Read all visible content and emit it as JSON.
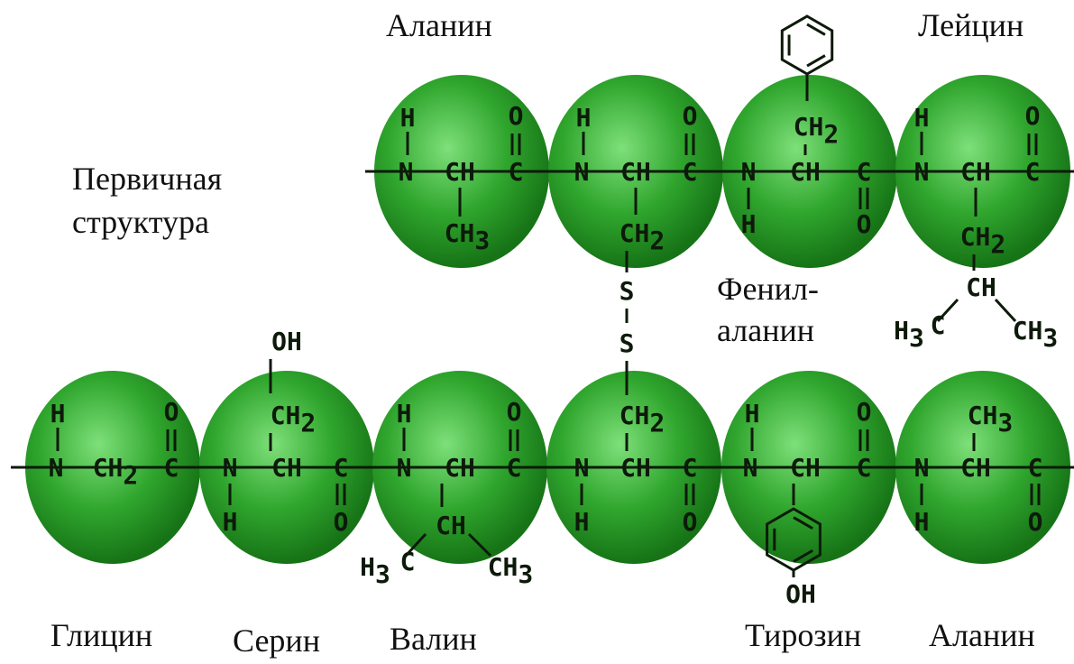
{
  "title": {
    "line1": "Первичная",
    "line2": "структура"
  },
  "top_chain": [
    {
      "residue": "Аланин"
    },
    {
      "residue": ""
    },
    {
      "residue": "Фенил-\nаланин",
      "line1": "Фенил-",
      "line2": "аланин"
    },
    {
      "residue": "Лейцин"
    }
  ],
  "bottom_chain": [
    {
      "residue": "Глицин"
    },
    {
      "residue": "Серин"
    },
    {
      "residue": "Валин"
    },
    {
      "residue": ""
    },
    {
      "residue": "Тирозин"
    },
    {
      "residue": "Аланин"
    }
  ],
  "labels": {
    "top_alanine": "Аланин",
    "top_leucine": "Лейцин",
    "phenyl_1": "Фенил-",
    "phenyl_2": "аланин",
    "glycine": "Глицин",
    "serine": "Серин",
    "valine": "Валин",
    "tyrosine": "Тирозин",
    "bottom_alanine": "Аланин"
  },
  "chem": {
    "H": "H",
    "N": "N",
    "O": "O",
    "CH": "CH",
    "C": "C",
    "CH2": "CH",
    "CH3": "CH",
    "H3C": "H",
    "OH": "OH",
    "S": "S",
    "sub2": "2",
    "sub3": "3",
    "dash": "-"
  },
  "colors": {
    "sphere_light": "#6fd66a",
    "sphere_mid": "#2fa52c",
    "sphere_dark": "#137013",
    "ink": "#0d1a0a"
  }
}
